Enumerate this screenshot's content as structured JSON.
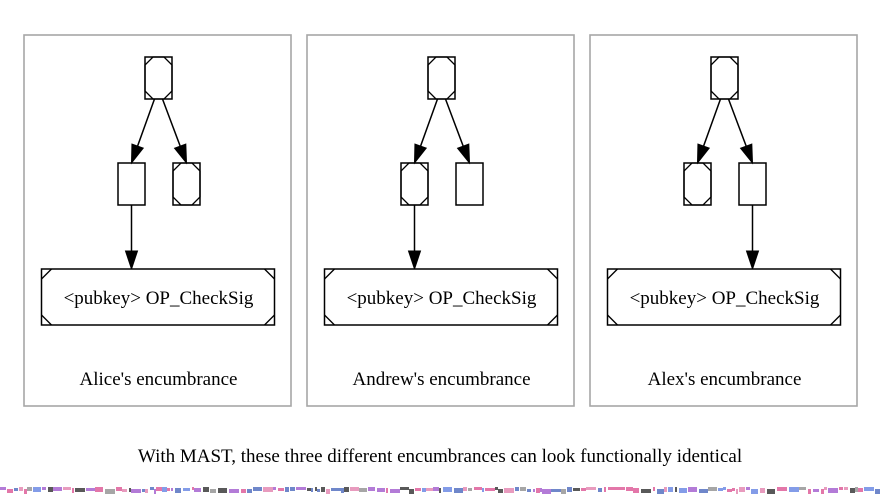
{
  "panels": [
    {
      "caption": "Alice's encumbrance",
      "leaf_label": "<pubkey> OP_CheckSig",
      "children": [
        "box",
        "hex"
      ],
      "expanded_child": 0
    },
    {
      "caption": "Andrew's encumbrance",
      "leaf_label": "<pubkey> OP_CheckSig",
      "children": [
        "hex",
        "box"
      ],
      "expanded_child": 0
    },
    {
      "caption": "Alex's encumbrance",
      "leaf_label": "<pubkey> OP_CheckSig",
      "children": [
        "hex",
        "box"
      ],
      "expanded_child": 1
    }
  ],
  "footer": "With MAST, these three different encumbrances can look functionally identical",
  "colors": {
    "panel_border": "#a6a6a6",
    "stroke": "#000000",
    "background": "#ffffff"
  }
}
